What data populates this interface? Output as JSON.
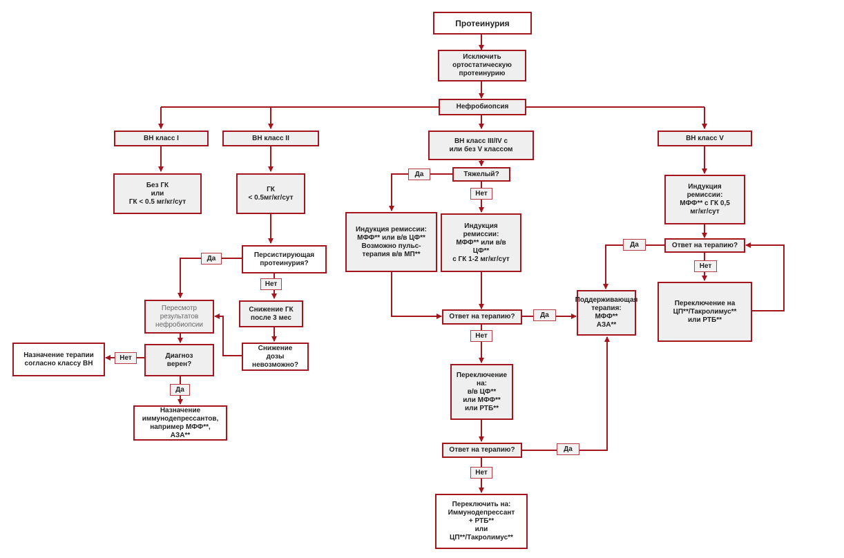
{
  "nodes": {
    "proteinuria": "Протеинурия",
    "exclude_orthostatic": "Исключить\nортостатическую\nпротеинурию",
    "nephrobiopsy": "Нефробиопсия",
    "class_1": "ВН класс I",
    "class_2": "ВН класс II",
    "class_3_4": "ВН класс III/IV с\nили без V классом",
    "class_5": "ВН класс V",
    "no_gk": "Без ГК\nили\nГК < 0.5 мг/кг/сут",
    "gk_low": "ГК\n< 0.5мг/кг/сут",
    "persistent": "Персистирующая\nпротеинурия?",
    "review": "Пересмотр\nрезультатов\nнефробиопсии",
    "diag_correct": "Диагноз\nверен?",
    "therapy_by_class": "Назначение терапии\nсогласно классу ВН",
    "immunosuppressants": "Назначение\nиммунодепрессантов,\nнапример МФФ**,\nАЗА**",
    "gk_reduce": "Снижение ГК\nпосле 3 мес",
    "dose_reduce_impossible": "Снижение\nдозы\nневозможно?",
    "severe": "Тяжелый?",
    "induction_severe": "Индукция ремиссии:\nМФФ** или в/в ЦФ**\nВозможно пульс-\nтерапия в/в МП**",
    "induction_mild": "Индукция\nремиссии:\nМФФ** или в/в\nЦФ**\nс ГК 1-2 мг/кг/сут",
    "response_1": "Ответ на терапию?",
    "switch_1": "Переключение на:\nв/в ЦФ**\nили МФФ**\nили РТБ**",
    "response_2": "Ответ на терапию?",
    "switch_2": "Переключить на:\nИммунодепрессант\n+ РТБ**\nили\nЦП**/Такролимус**",
    "maintenance": "Поддерживающая\nтерапия:\nМФФ**\nАЗА**",
    "induction_v": "Индукция\nремиссии:\nМФФ** с ГК 0,5\nмг/кг/сут",
    "response_v": "Ответ на терапию?",
    "switch_v": "Переключение на\nЦП**/Такролимус**\nили РТБ**"
  },
  "labels": {
    "yes": "Да",
    "no": "Нет"
  },
  "colors": {
    "border": "#a3141c",
    "fill": "#efefef",
    "line": "#a3141c"
  }
}
